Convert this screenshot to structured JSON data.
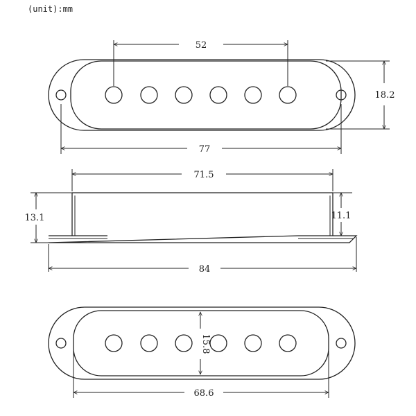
{
  "unit_label": "(unit):mm",
  "top_view": {
    "pole_spacing": "52",
    "overall_length": "77",
    "width": "18.2"
  },
  "side_view": {
    "cover_length": "71.5",
    "overall_height": "13.1",
    "cover_height": "11.1",
    "base_length": "84"
  },
  "bottom_view": {
    "inner_width": "15.8",
    "inner_length": "68.6"
  }
}
